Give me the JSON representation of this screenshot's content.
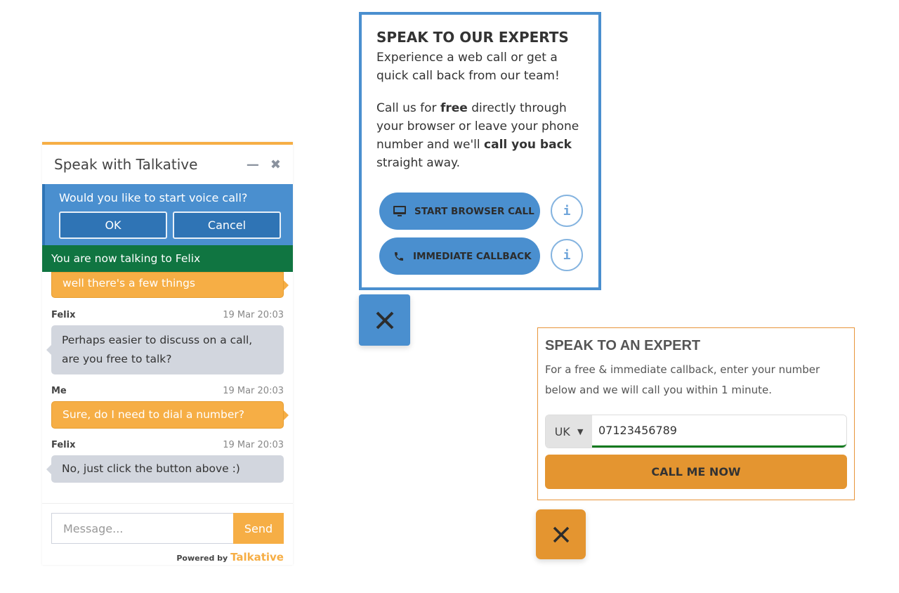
{
  "chat": {
    "title": "Speak with Talkative",
    "prompt": "Would you like to start voice call?",
    "ok_label": "OK",
    "cancel_label": "Cancel",
    "status": "You are now talking to Felix",
    "partial_message": "well there's a few things",
    "messages": [
      {
        "sender": "Felix",
        "time": "19 Mar 20:03",
        "text": "Perhaps easier to discuss on a call, are you free to talk?"
      },
      {
        "sender": "Me",
        "time": "19 Mar 20:03",
        "text": "Sure, do I need to dial a number?"
      },
      {
        "sender": "Felix",
        "time": "19 Mar 20:03",
        "text": "No, just click the button above :)"
      }
    ],
    "input_placeholder": "Message...",
    "send_label": "Send",
    "powered_by": "Powered by",
    "brand": "Talkative"
  },
  "experts": {
    "title": "SPEAK TO OUR EXPERTS",
    "intro": "Experience a web call or get a quick call back from our team!",
    "body": [
      "Call us for ",
      "free",
      " directly through your browser or leave your phone number and we'll ",
      "call you back",
      " straight away."
    ],
    "browser_call_label": "START BROWSER CALL",
    "callback_label": "IMMEDIATE CALLBACK",
    "info_glyph": "i",
    "accent": "#4a8fcf"
  },
  "expert_form": {
    "title": "SPEAK TO AN EXPERT",
    "description": "For a free & immediate callback, enter your number below and we will call you within 1 minute.",
    "country": "UK",
    "phone_value": "07123456789",
    "submit_label": "CALL ME NOW",
    "accent": "#e49530"
  }
}
